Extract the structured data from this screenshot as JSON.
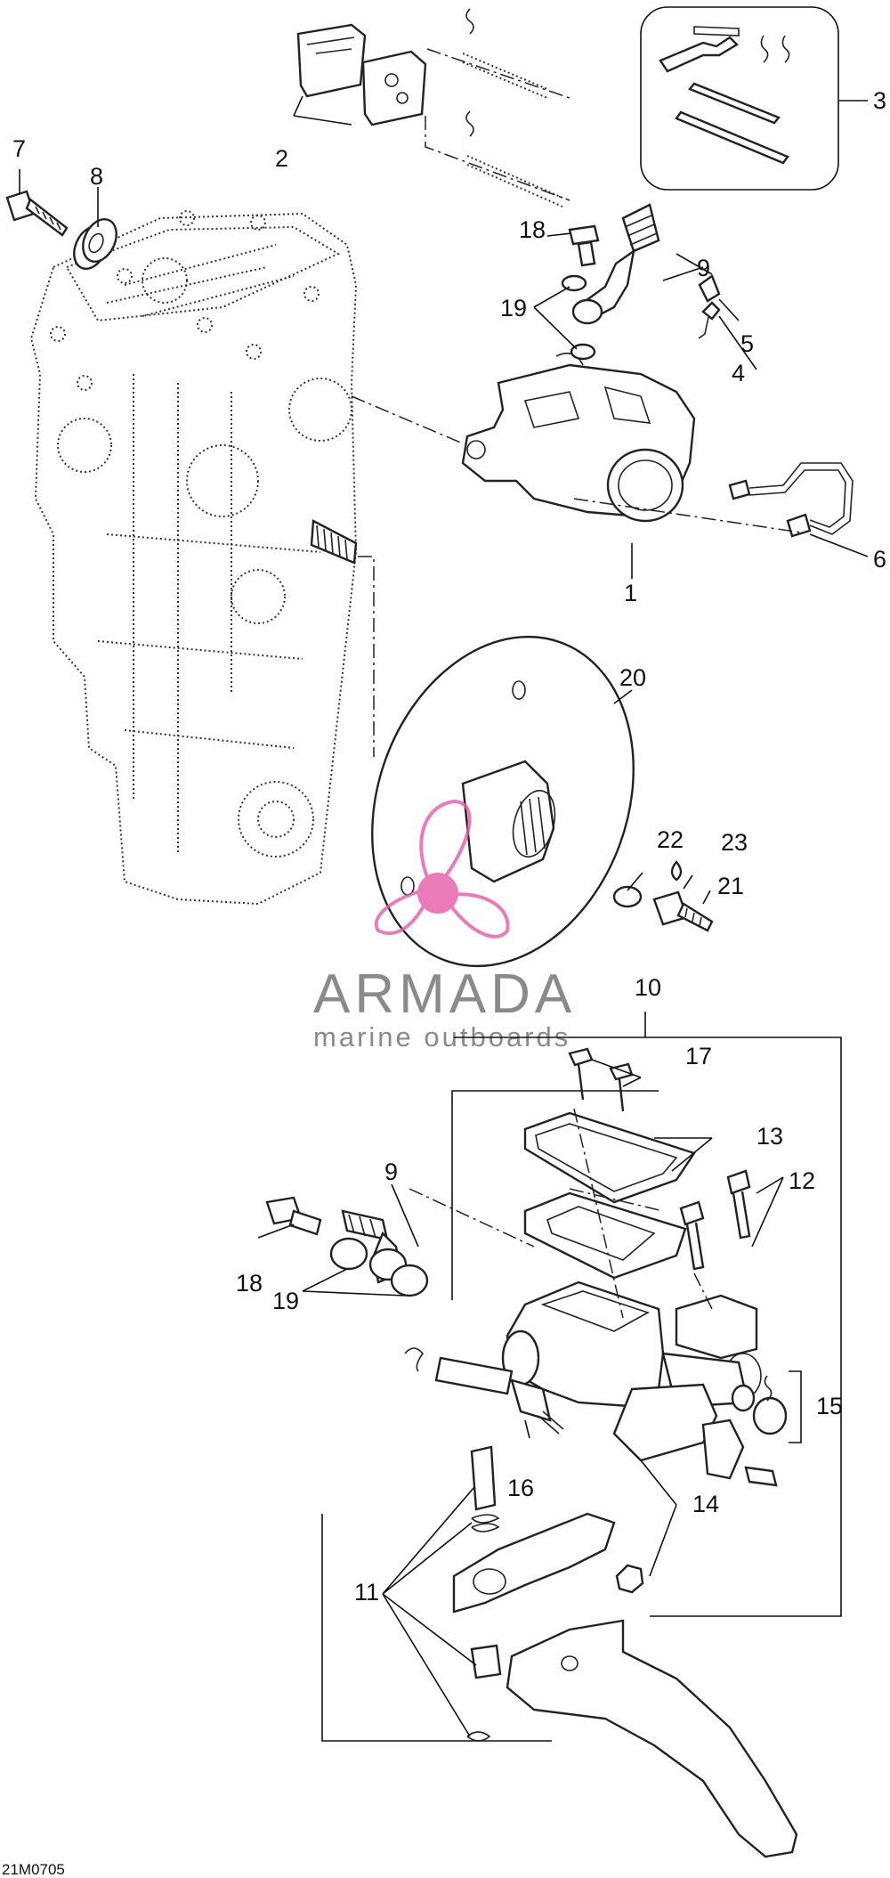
{
  "diagram_code": "21M0705",
  "watermark": {
    "brand_name": "ARMADA",
    "tagline": "marine outboards",
    "accent_color": "#e75aa8",
    "brand_gray": "#8a8a8a"
  },
  "callouts": [
    {
      "id": "c1",
      "label": "1"
    },
    {
      "id": "c2",
      "label": "2"
    },
    {
      "id": "c3",
      "label": "3"
    },
    {
      "id": "c4",
      "label": "4"
    },
    {
      "id": "c5",
      "label": "5"
    },
    {
      "id": "c6",
      "label": "6"
    },
    {
      "id": "c7",
      "label": "7"
    },
    {
      "id": "c8",
      "label": "8"
    },
    {
      "id": "c9a",
      "label": "9"
    },
    {
      "id": "c9b",
      "label": "9"
    },
    {
      "id": "c10",
      "label": "10"
    },
    {
      "id": "c11",
      "label": "11"
    },
    {
      "id": "c12",
      "label": "12"
    },
    {
      "id": "c13",
      "label": "13"
    },
    {
      "id": "c14",
      "label": "14"
    },
    {
      "id": "c15",
      "label": "15"
    },
    {
      "id": "c16",
      "label": "16"
    },
    {
      "id": "c17",
      "label": "17"
    },
    {
      "id": "c18a",
      "label": "18"
    },
    {
      "id": "c18b",
      "label": "18"
    },
    {
      "id": "c19a",
      "label": "19"
    },
    {
      "id": "c19b",
      "label": "19"
    },
    {
      "id": "c20",
      "label": "20"
    },
    {
      "id": "c21",
      "label": "21"
    },
    {
      "id": "c22",
      "label": "22"
    },
    {
      "id": "c23",
      "label": "23"
    }
  ]
}
